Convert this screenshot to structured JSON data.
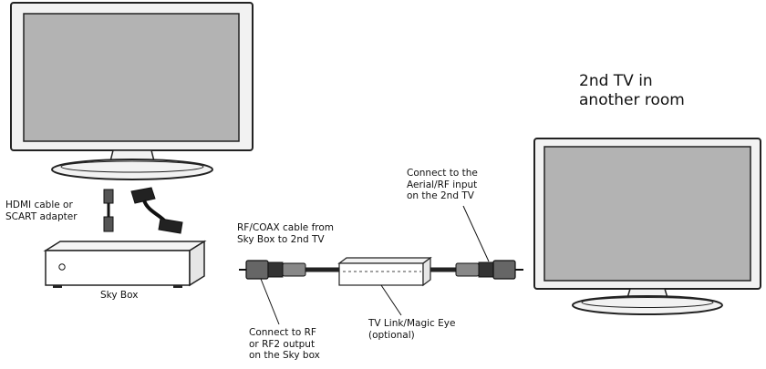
{
  "labels": {
    "second_tv_line1": "2nd TV in",
    "second_tv_line2": "another room",
    "hdmi_line1": "HDMI cable or",
    "hdmi_line2": "SCART adapter",
    "sky_box": "Sky Box",
    "rf_cable_line1": "RF/COAX cable from",
    "rf_cable_line2": "Sky Box to 2nd TV",
    "connect_tv_line1": "Connect to the",
    "connect_tv_line2": "Aerial/RF input",
    "connect_tv_line3": "on the 2nd TV",
    "connect_box_line1": "Connect to RF",
    "connect_box_line2": "or RF2 output",
    "connect_box_line3": "on the Sky box",
    "tvlink_line1": "TV Link/Magic Eye",
    "tvlink_line2": "(optional)"
  },
  "colors": {
    "screen": "#b3b3b3",
    "outline": "#222222",
    "frame": "#f2f2f2"
  }
}
